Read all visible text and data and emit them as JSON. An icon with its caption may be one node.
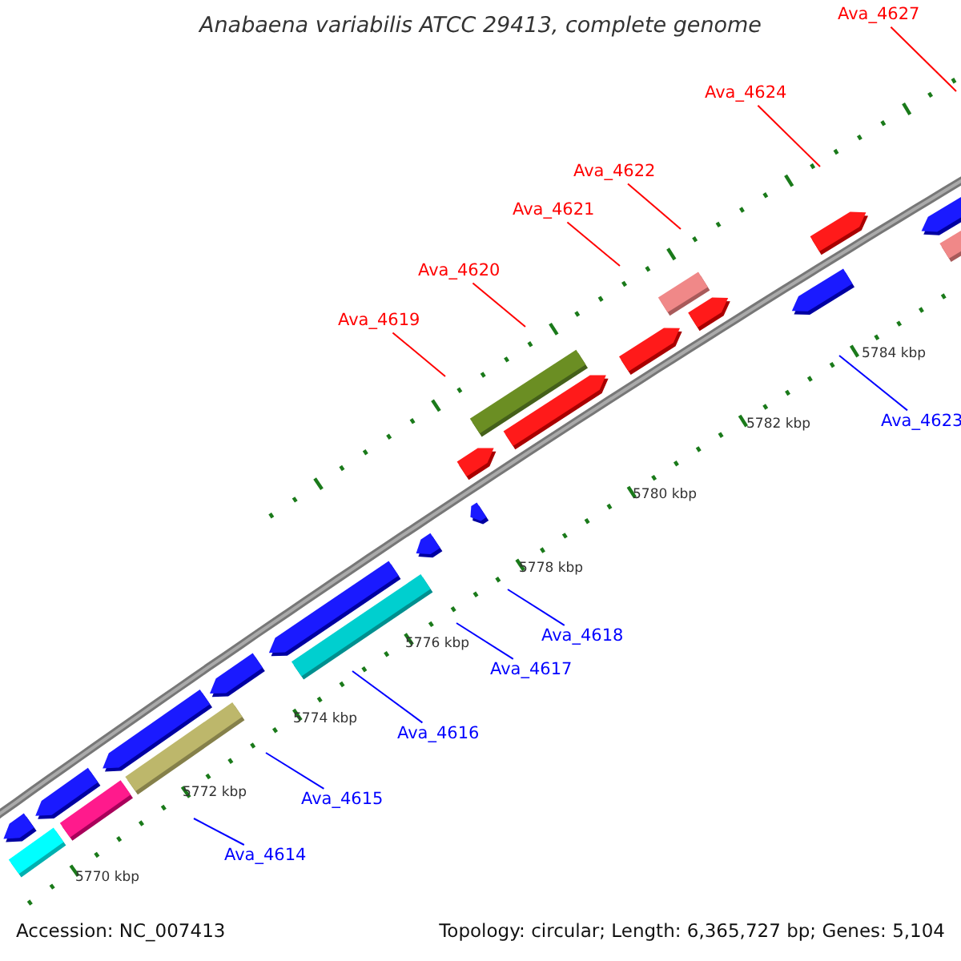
{
  "diagram": {
    "title": "Anabaena variabilis ATCC 29413, complete genome",
    "nodes": [
      {
        "text": [
          "Ava_4627"
        ]
      },
      {
        "text": [
          "Ava_4624"
        ]
      },
      {
        "text": [
          "Ava_4622"
        ]
      },
      {
        "text": [
          "Ava_4621"
        ]
      },
      {
        "text": [
          "Ava_4620"
        ]
      },
      {
        "text": [
          "Ava_4619"
        ]
      },
      {
        "text": [
          "Ava_4623"
        ]
      },
      {
        "text": [
          "Ava_4618"
        ]
      },
      {
        "text": [
          "Ava_4617"
        ]
      },
      {
        "text": [
          "Ava_4616"
        ]
      },
      {
        "text": [
          "Ava_4615"
        ]
      },
      {
        "text": [
          "Ava_4614"
        ]
      }
    ],
    "edges": [
      {
        "from": 0,
        "to": null,
        "arrow": "none",
        "color": "#ff0000"
      },
      {
        "from": 1,
        "to": null,
        "arrow": "none",
        "color": "#ff0000"
      },
      {
        "from": 2,
        "to": null,
        "arrow": "none",
        "color": "#ff0000"
      },
      {
        "from": 3,
        "to": null,
        "arrow": "none",
        "color": "#ff0000"
      },
      {
        "from": 4,
        "to": null,
        "arrow": "none",
        "color": "#ff0000"
      },
      {
        "from": 5,
        "to": null,
        "arrow": "none",
        "color": "#ff0000"
      },
      {
        "from": 6,
        "to": null,
        "arrow": "none",
        "color": "#0000ff"
      },
      {
        "from": 7,
        "to": null,
        "arrow": "none",
        "color": "#0000ff"
      },
      {
        "from": 8,
        "to": null,
        "arrow": "none",
        "color": "#0000ff"
      },
      {
        "from": 9,
        "to": null,
        "arrow": "none",
        "color": "#0000ff"
      },
      {
        "from": 10,
        "to": null,
        "arrow": "none",
        "color": "#0000ff"
      },
      {
        "from": 11,
        "to": null,
        "arrow": "none",
        "color": "#0000ff"
      }
    ],
    "labels": [
      "5784 kbp",
      "5782 kbp",
      "5780 kbp",
      "5778 kbp",
      "5776 kbp",
      "5774 kbp",
      "5772 kbp",
      "5770 kbp",
      "Accession: NC_007413",
      "Topology: circular; Length: 6,365,727 bp; Genes: 5,104"
    ]
  }
}
